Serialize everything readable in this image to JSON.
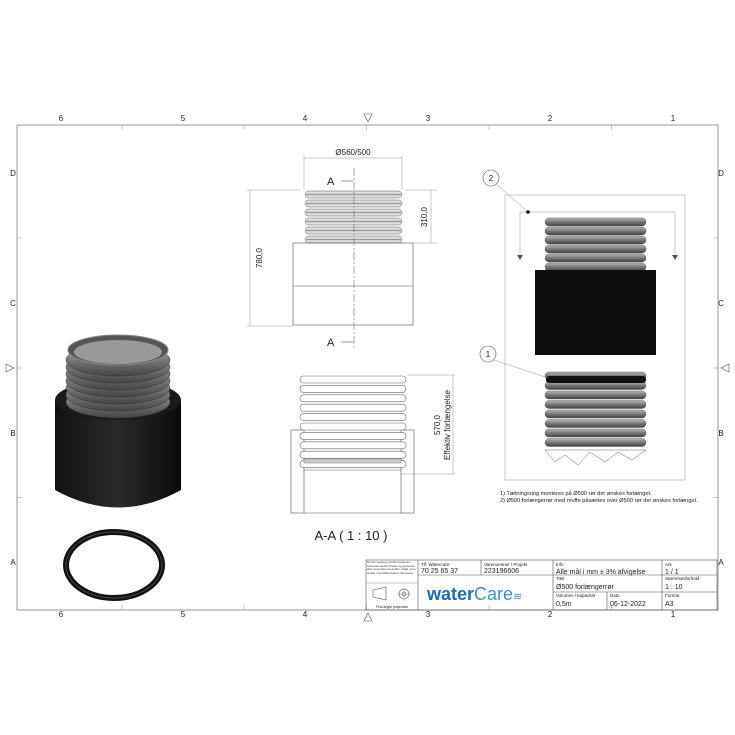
{
  "frame": {
    "columns": [
      "6",
      "5",
      "4",
      "3",
      "2",
      "1"
    ],
    "rows": [
      "D",
      "C",
      "B",
      "A"
    ]
  },
  "front_view": {
    "diameter_label": "Ø560/500",
    "height_label": "780,0",
    "corrugated_height_label": "310,0",
    "section_marker": "A"
  },
  "section_view": {
    "length_label": "570,0",
    "length_caption": "Effektiv forlængelse",
    "title": "A-A ( 1 : 10 )"
  },
  "detail_view": {
    "balloons": [
      "1",
      "2"
    ],
    "notes": [
      "1) Tætningsring monteres på Ø500 rør der ønskes forlænget.",
      "2) Ø500 forlængerrør med muffe påsættes over Ø500 rør der ønskes forlænget."
    ]
  },
  "title_block": {
    "disclaimer": "Denne tegning må ikke kopieres, forevises andre firmaer og personer eller anvendes på anden måde, som strider mod WaterCare's interesser.",
    "projection": "First angle projection",
    "phone_label": "Tlf. Watercare:",
    "phone": "70 25 65 37",
    "item_label": "Varenummer / Projekt",
    "item": "223196606",
    "info_label": "Info",
    "info": "Alle mål i mm ± 3% afvigelse",
    "sheet_label": "Ark",
    "sheet": "1  /  1",
    "title_label": "Titel",
    "title": "Ø500 forlængerrør",
    "scale_label": "Størrelsesforhold",
    "scale": "1 : 10",
    "volume_label": "Volumen / kapacitet",
    "volume": "0,5m",
    "date_label": "Dato",
    "date": "06-12-2022",
    "format_label": "Format",
    "format": "A3",
    "logo_text_bold": "water",
    "logo_text_light": "Care",
    "brand_color": "#1f6fb2"
  }
}
